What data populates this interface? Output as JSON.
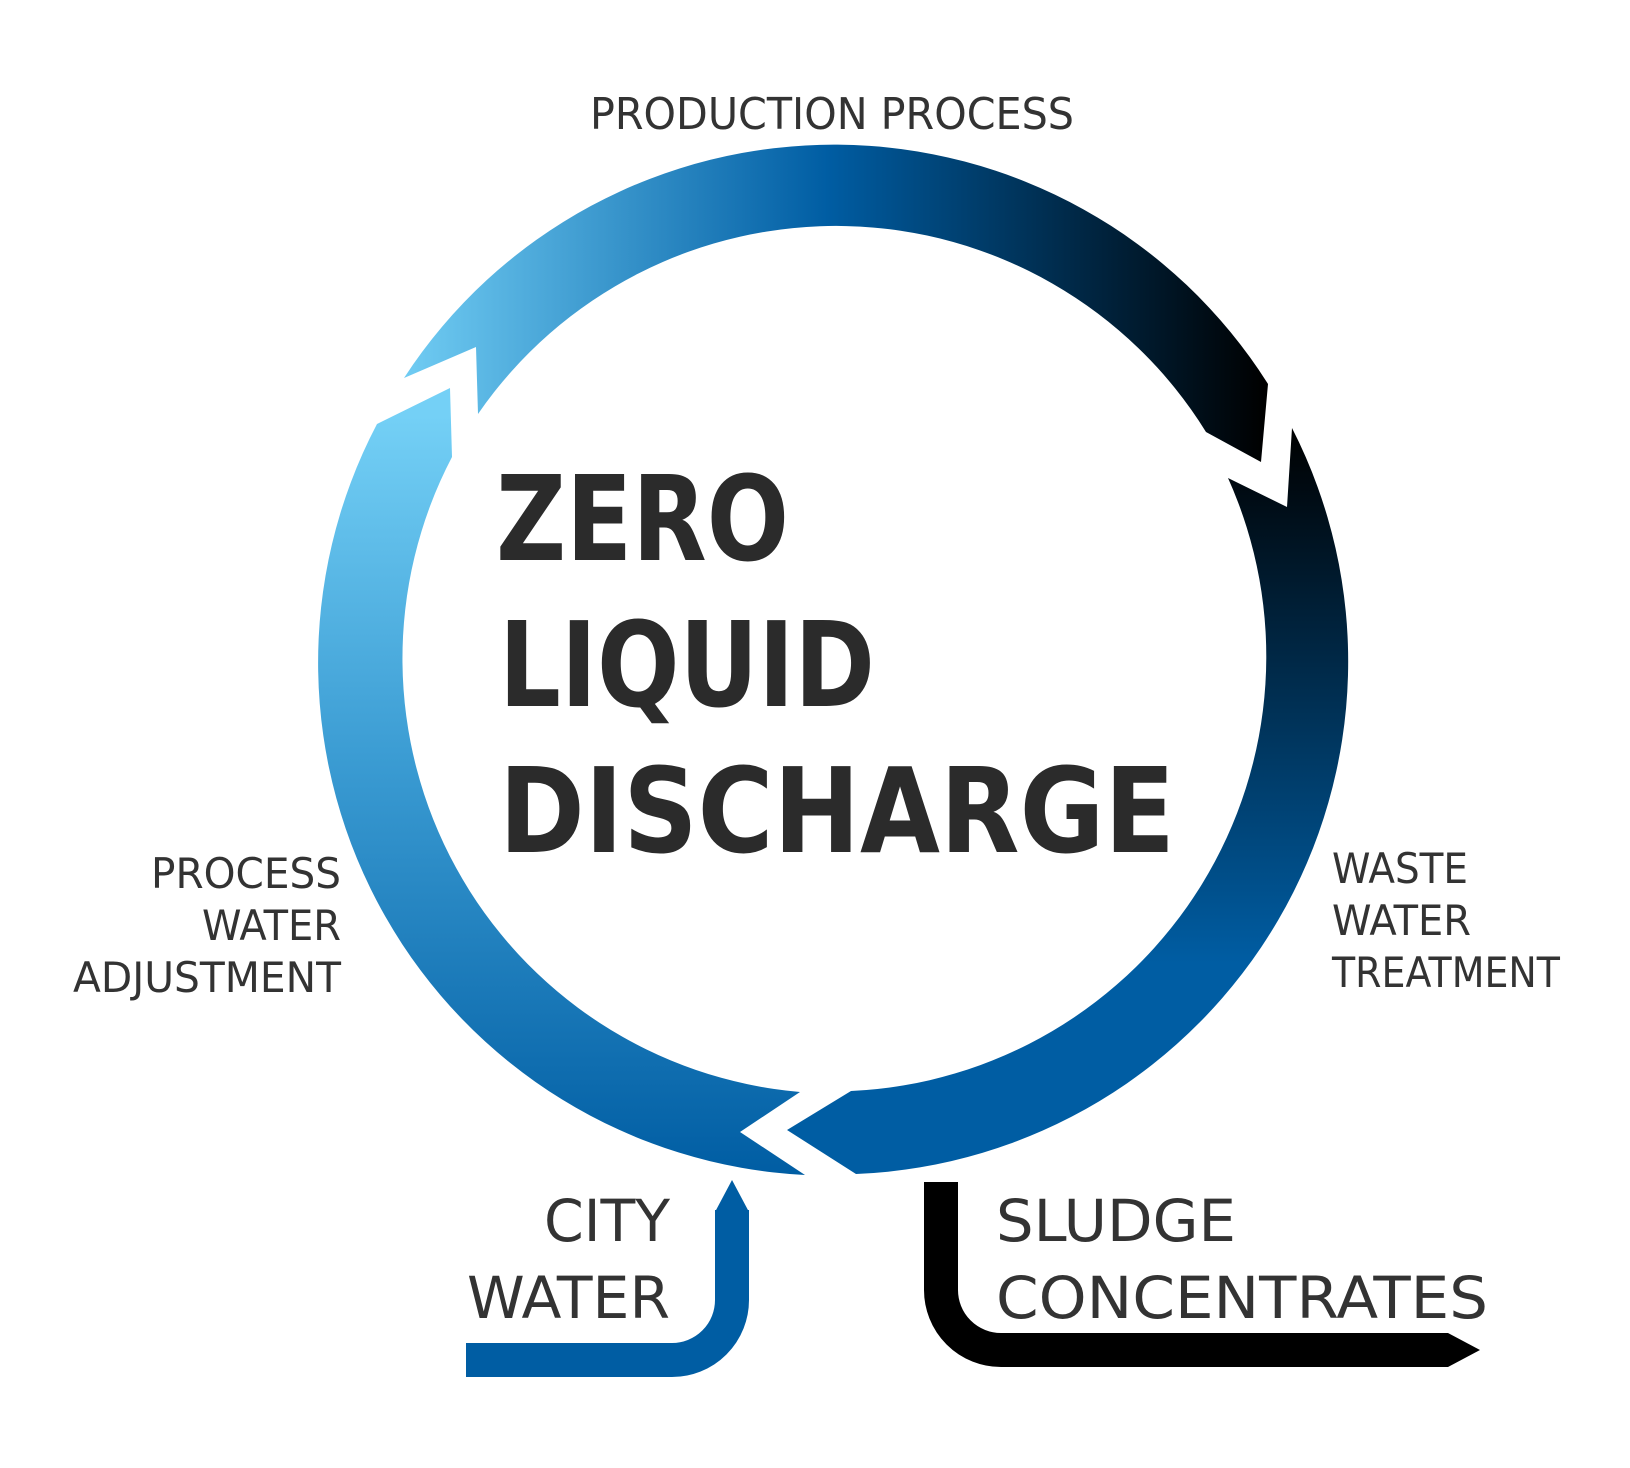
{
  "title": {
    "line1": "ZERO",
    "line2": "LIQUID",
    "line3": "DISCHARGE"
  },
  "stages": {
    "top": "PRODUCTION PROCESS",
    "right": [
      "WASTE",
      "WATER",
      "TREATMENT"
    ],
    "left": [
      "PROCESS",
      "WATER",
      "ADJUSTMENT"
    ]
  },
  "inputs": {
    "city_water": [
      "CITY",
      "WATER"
    ]
  },
  "outputs": {
    "sludge": [
      "SLUDGE",
      "CONCENTRATES"
    ]
  },
  "colors": {
    "light_blue": "#74d0f6",
    "mid_blue": "#005da3",
    "dark": "#000000",
    "text": "#333333"
  }
}
